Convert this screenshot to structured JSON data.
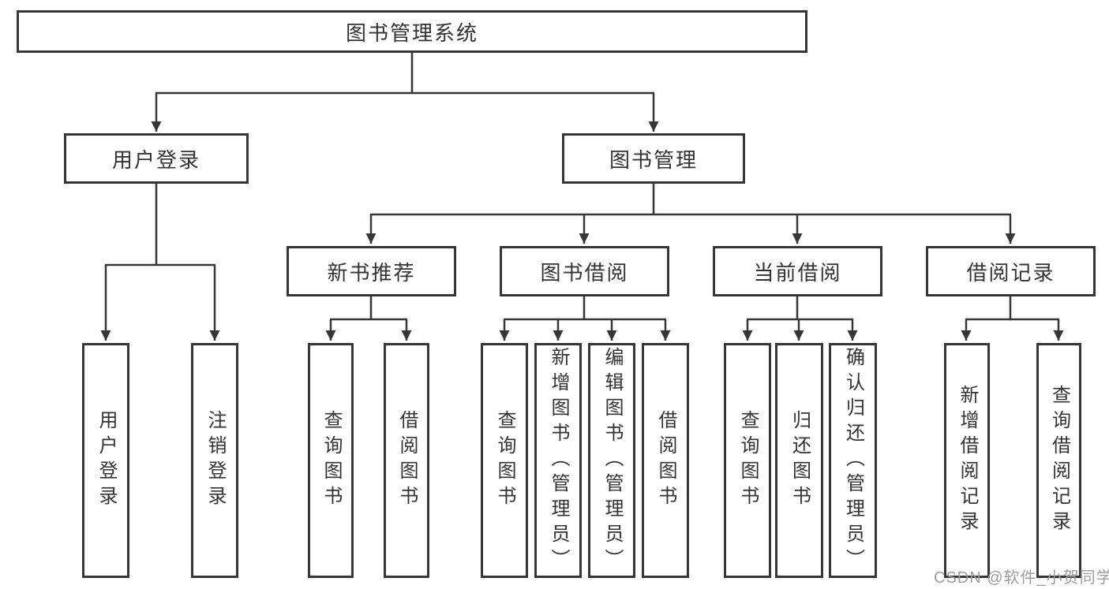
{
  "root": {
    "label": "图书管理系统"
  },
  "level2": {
    "user_login": {
      "label": "用户登录"
    },
    "book_management": {
      "label": "图书管理"
    }
  },
  "level3": {
    "new_book_recommend": {
      "label": "新书推荐"
    },
    "book_borrow": {
      "label": "图书借阅"
    },
    "current_borrow": {
      "label": "当前借阅"
    },
    "borrow_records": {
      "label": "借阅记录"
    }
  },
  "leaves": {
    "user_login": [
      "用户登录",
      "注销登录"
    ],
    "new_book": [
      "查询图书",
      "借阅图书"
    ],
    "book_borrow": [
      "查询图书",
      "新增图书（管理员）",
      "编辑图书（管理员）",
      "借阅图书"
    ],
    "current_borrow": [
      "查询图书",
      "归还图书",
      "确认归还（管理员）"
    ],
    "borrow_records": [
      "新增借阅记录",
      "查询借阅记录"
    ]
  },
  "watermark": "CSDN @软件_小贺同学",
  "colors": {
    "line": "#363636",
    "text": "#333333",
    "watermark_text": "#9d9d9d",
    "background": "#ffffff"
  }
}
